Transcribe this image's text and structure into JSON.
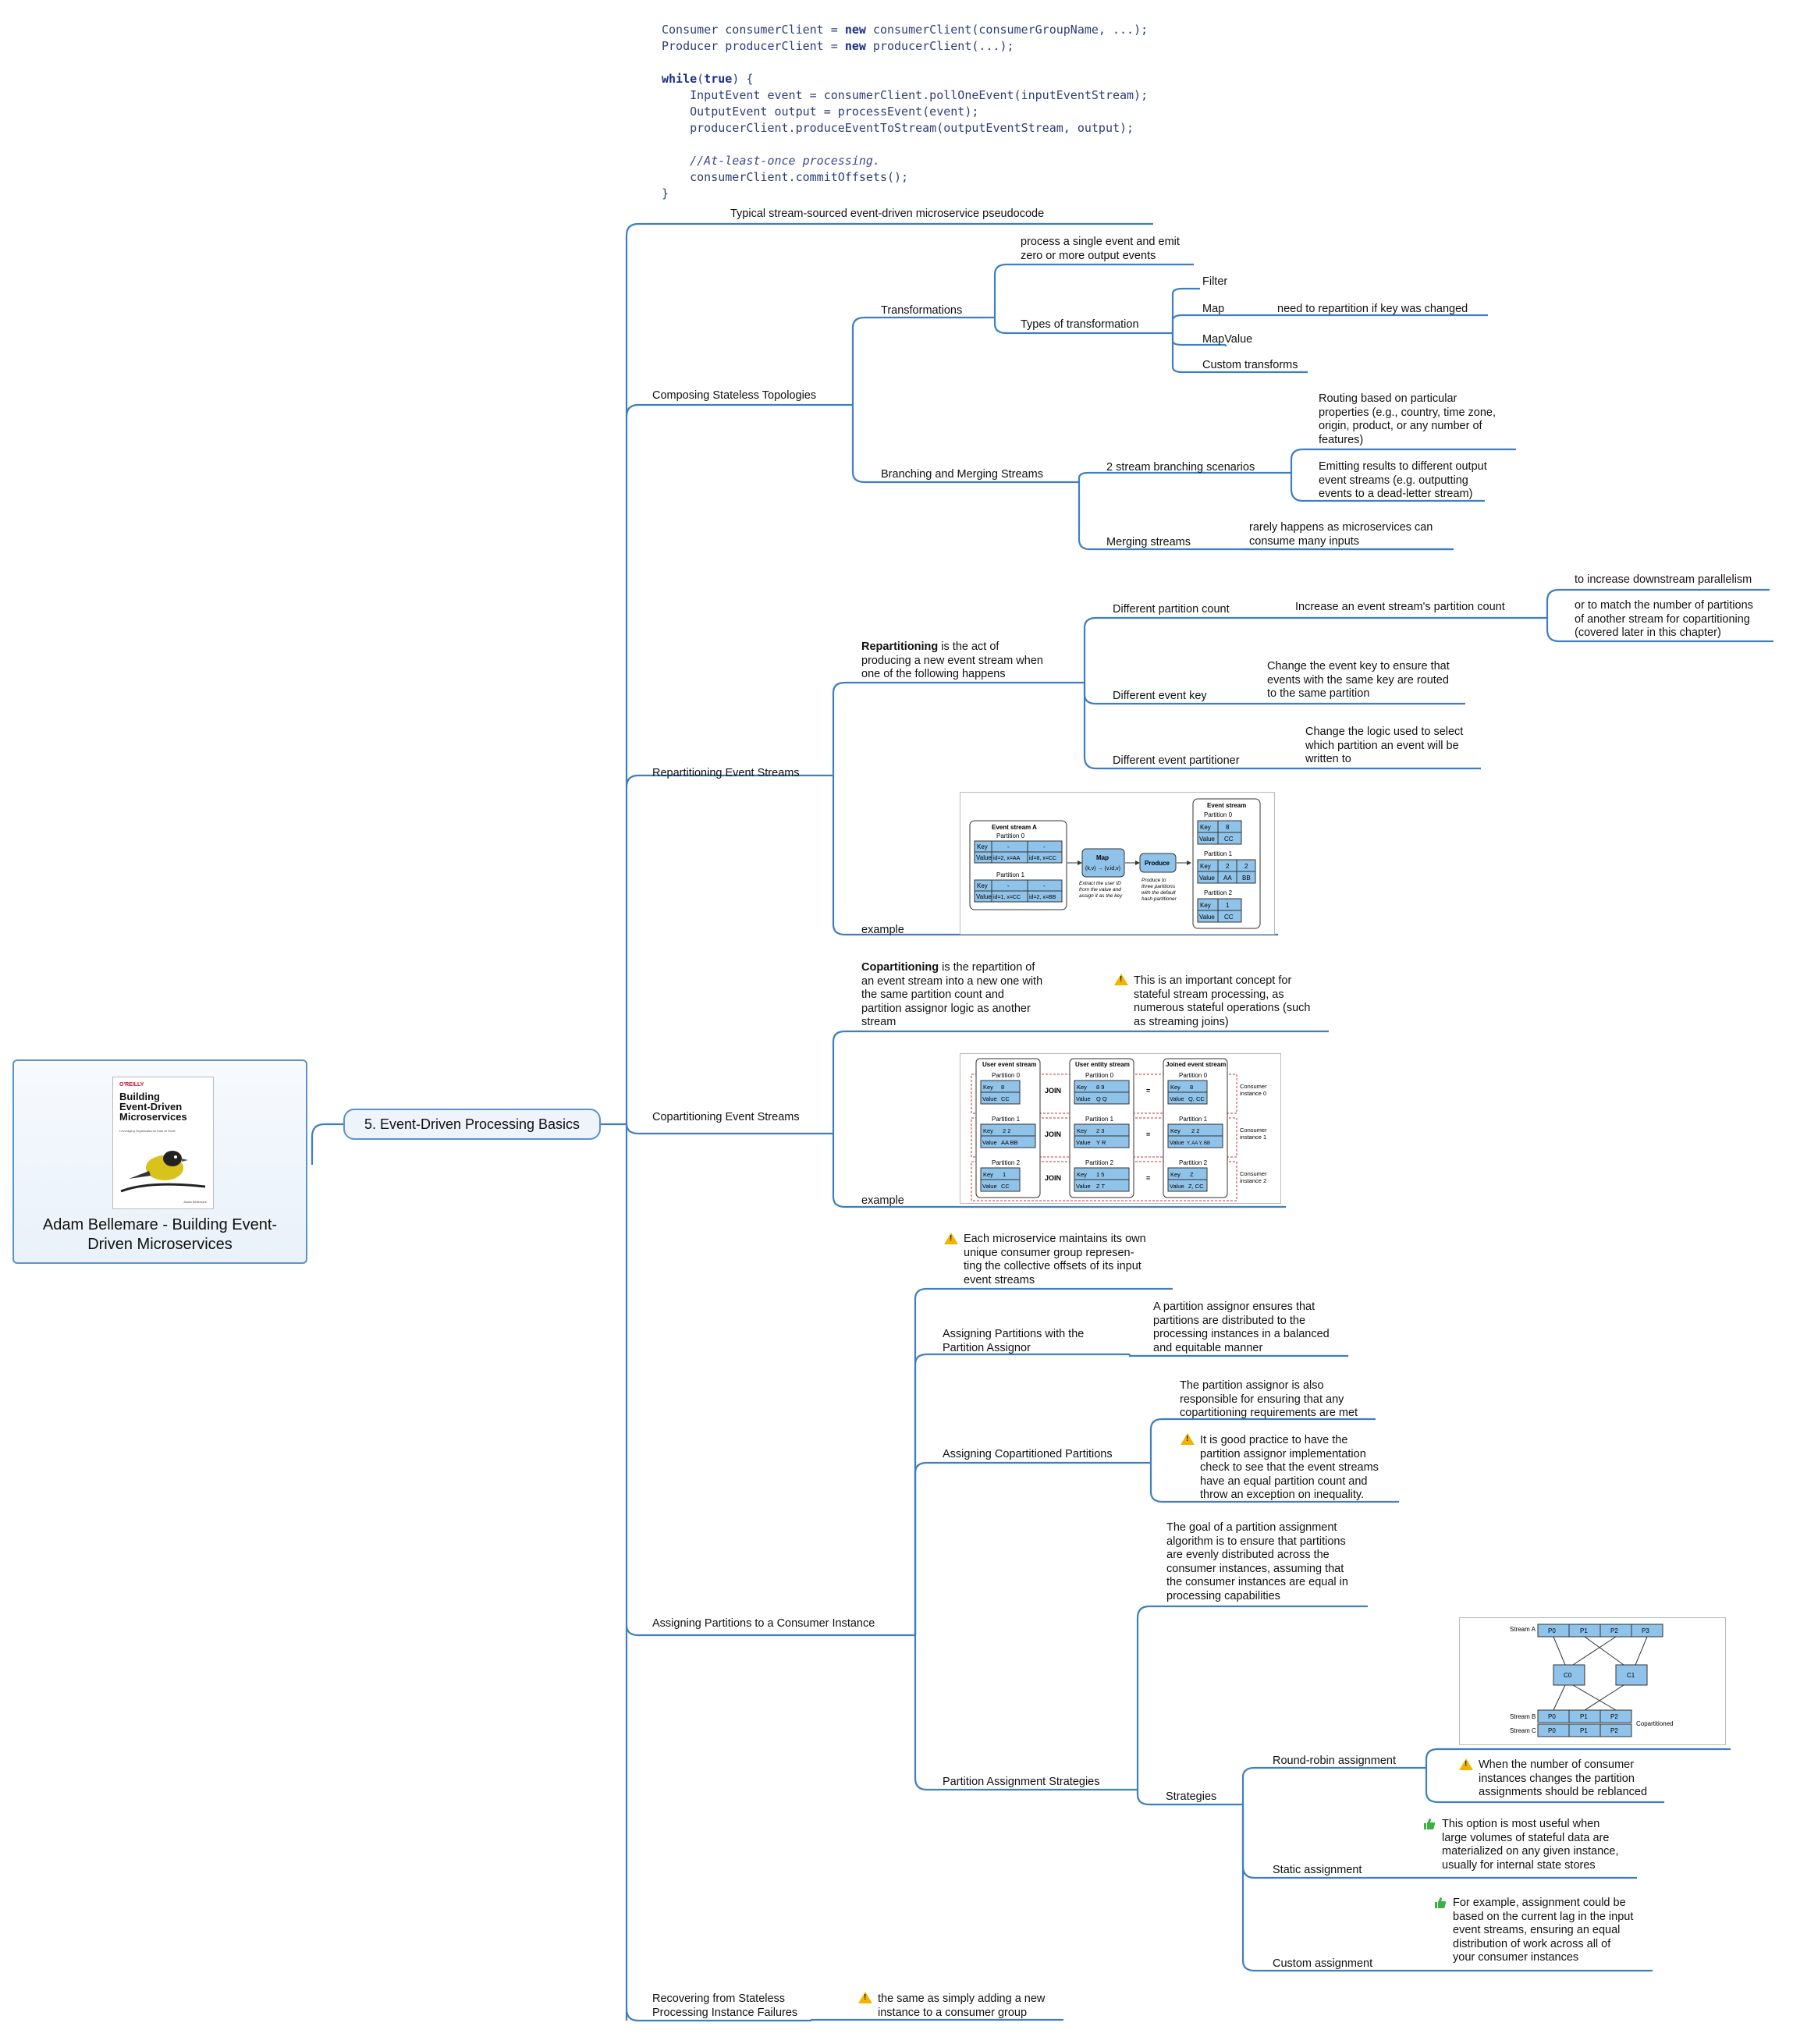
{
  "root": {
    "title": "Adam Bellemare - Building Event-Driven Microservices",
    "cover": {
      "brand": "O'REILLY",
      "title": "Building\nEvent-Driven\nMicroservices",
      "subtitle": "Leveraging Organizational Data at Scale",
      "author": "Adam Bellemare"
    }
  },
  "chapter": "5. Event-Driven Processing Basics",
  "code": {
    "l1a": "Consumer consumerClient = ",
    "l1b": "new",
    "l1c": " consumerClient(consumerGroupName, ...);",
    "l2a": "Producer producerClient = ",
    "l2b": "new",
    "l2c": " producerClient(...);",
    "l3a": "while",
    "l3b": "(",
    "l3c": "true",
    "l3d": ") {",
    "l4": "    InputEvent event = consumerClient.pollOneEvent(inputEventStream);",
    "l5": "    OutputEvent output = processEvent(event);",
    "l6": "    producerClient.produceEventToStream(outputEventStream, output);",
    "l7": "    //At-least-once processing.",
    "l8": "    consumerClient.commitOffsets();",
    "l9": "}"
  },
  "nodes": {
    "pseudo": "Typical stream-sourced event-driven microservice pseudocode",
    "stateless": "Composing Stateless Topologies",
    "transformations": "Transformations",
    "process_single": "process a single event and emit\nzero or more output events",
    "types": "Types of transformation",
    "filter": "Filter",
    "map": "Map",
    "map_note": "need to repartition if key was changed",
    "mapvalue": "MapValue",
    "custom_transforms": "Custom transforms",
    "branching": "Branching and Merging Streams",
    "branch_scen": "2 stream branching scenarios",
    "routing": "Routing based on particular\nproperties (e.g., country, time zone,\norigin, product, or any number of\nfeatures)",
    "emitting": "Emitting results to different output\nevent streams (e.g. outputting\nevents to a dead-letter stream)",
    "merging": "Merging streams",
    "merging_note": "rarely happens as microservices can\nconsume many inputs",
    "repartitioning": "Repartitioning Event Streams",
    "repart_def_bold": "Repartitioning",
    "repart_def_rest": " is the act of\nproducing a new event stream when\none of the following happens",
    "diff_count": "Different partition count",
    "increase_count": "Increase an event stream's partition count",
    "downstream": "to increase downstream parallelism",
    "match_partitions": "or to match the number of partitions\nof another stream for copartitioning\n(covered later in this chapter)",
    "diff_key": "Different event key",
    "change_key": "Change the event key to ensure that\nevents with the same key are routed\nto the same partition",
    "diff_partitioner": "Different event partitioner",
    "change_logic": "Change the logic used to select\nwhich partition an event will be\nwritten to",
    "example1": "example",
    "copartitioning": "Copartitioning Event Streams",
    "copart_def_bold": "Copartitioning",
    "copart_def_rest": " is the repartition of\nan event stream into a new one with\nthe same partition count and\npartition assignor logic as another\nstream",
    "copart_warn": "This is an important concept for\nstateful stream processing, as\nnumerous stateful operations (such\nas streaming joins)",
    "example2": "example",
    "assigning": "Assigning Partitions to a Consumer Instance",
    "each_ms": "Each microservice maintains its own\nunique consumer group represen-\nting the collective offsets of its input\nevent streams",
    "assignor": "Assigning Partitions with the\nPartition Assignor",
    "assignor_note": "A partition assignor ensures that\npartitions are distributed to the\nprocessing instances in a balanced\nand equitable manner",
    "copart_partitions": "Assigning Copartitioned Partitions",
    "also_resp": "The partition assignor is also\nresponsible for ensuring that any\ncopartitioning requirements are met",
    "good_practice": "It is good practice to have the\npartition assignor implementation\ncheck to see that the event streams\nhave an equal partition count and\nthrow an exception on inequality.",
    "strategies_parent": "Partition Assignment Strategies",
    "goal": "The goal of a partition assignment\nalgorithm is to ensure that partitions\nare evenly distributed across the\nconsumer instances, assuming that\nthe consumer instances are equal in\nprocessing capabilities",
    "strategies": "Strategies",
    "round_robin": "Round-robin assignment",
    "rr_note": "When the number of consumer\ninstances changes the partition\nassignments should be reblanced",
    "static": "Static assignment",
    "static_note": "This option is most useful when\nlarge volumes of stateful data are\nmaterialized on any given instance,\nusually for internal state stores",
    "custom": "Custom assignment",
    "custom_note": "For example, assignment could be\nbased on the current lag in the input\nevent streams, ensuring an equal\ndistribution of work across all of\nyour consumer instances",
    "recovering": "Recovering from Stateless\nProcessing Instance Failures",
    "recovering_note": "the same as simply adding a new\ninstance to a consumer group"
  },
  "fig1": {
    "stream_a": "Event stream A",
    "p0": "Partition 0",
    "p1": "Partition 1",
    "key": "Key",
    "value": "Value",
    "dash": "-",
    "a_v1": "id=2, x=AA",
    "a_v2": "id=8, x=CC",
    "a_v3": "id=1, x=CC",
    "a_v4": "id=2, x=BB",
    "map": "Map",
    "map_fn": "(k,v) → (v.id,v)",
    "map_note": "Extract the user ID\nfrom the value and\nassign it as the key",
    "produce": "Produce",
    "produce_note": "Produce to\nthree partitions\nwith the default\nhash partitioner",
    "out": "Event stream",
    "p2": "Partition 2",
    "k8": "8",
    "cc": "CC",
    "k2": "2",
    "aa": "AA",
    "bb": "BB",
    "k1": "1"
  },
  "fig2": {
    "user": "User event stream",
    "entity": "User entity stream",
    "joined": "Joined event stream",
    "join": "JOIN",
    "eq": "=",
    "p0": "Partition 0",
    "p1": "Partition 1",
    "p2": "Partition 2",
    "key": "Key",
    "value": "Value",
    "u0k": "8",
    "u0v": "CC",
    "u1k": "2  2",
    "u1v": "AA  BB",
    "u2k": "1",
    "u2v": "CC",
    "e0k": "8  9",
    "e0v": "Q  Q",
    "e1k": "2  3",
    "e1v": "Y  R",
    "e2k": "1  5",
    "e2v": "Z  T",
    "j0k": "8",
    "j0v": "Q, CC",
    "j1k": "2  2",
    "j1v": "Y, AA  Y, BB",
    "j2k": "Z",
    "j2v": "Z, CC",
    "c0": "Consumer\ninstance 0",
    "c1": "Consumer\ninstance 1",
    "c2": "Consumer\ninstance 2"
  },
  "fig3": {
    "stream_a": "Stream A",
    "stream_b": "Stream B",
    "stream_c": "Stream C",
    "p0": "P0",
    "p1": "P1",
    "p2": "P2",
    "p3": "P3",
    "c0": "C0",
    "c1": "C1",
    "copart": "Copartitioned"
  },
  "colors": {
    "edge": "#3f7fc0",
    "box_fill": "#8fc3ea",
    "warn": "#f2b400",
    "thumb": "#3cb043"
  }
}
